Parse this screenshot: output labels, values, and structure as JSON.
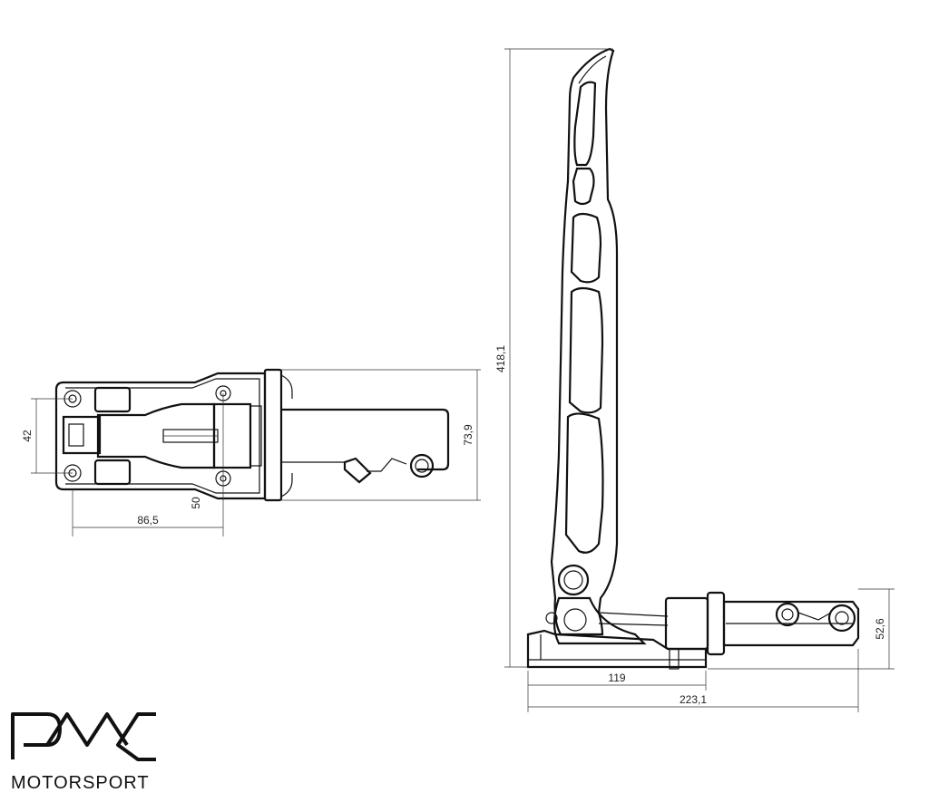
{
  "brand": {
    "name": "MOTORSPORT",
    "logo": "PMC logo"
  },
  "dimensions": {
    "top_view": {
      "width_42": "42",
      "height_73_9": "73,9",
      "offset_50": "50",
      "length_86_5": "86,5"
    },
    "side_view": {
      "height_418_1": "418,1",
      "height_52_6": "52,6",
      "base_119": "119",
      "total_223_1": "223,1"
    }
  },
  "colors": {
    "line": "#111111",
    "background": "#ffffff"
  }
}
